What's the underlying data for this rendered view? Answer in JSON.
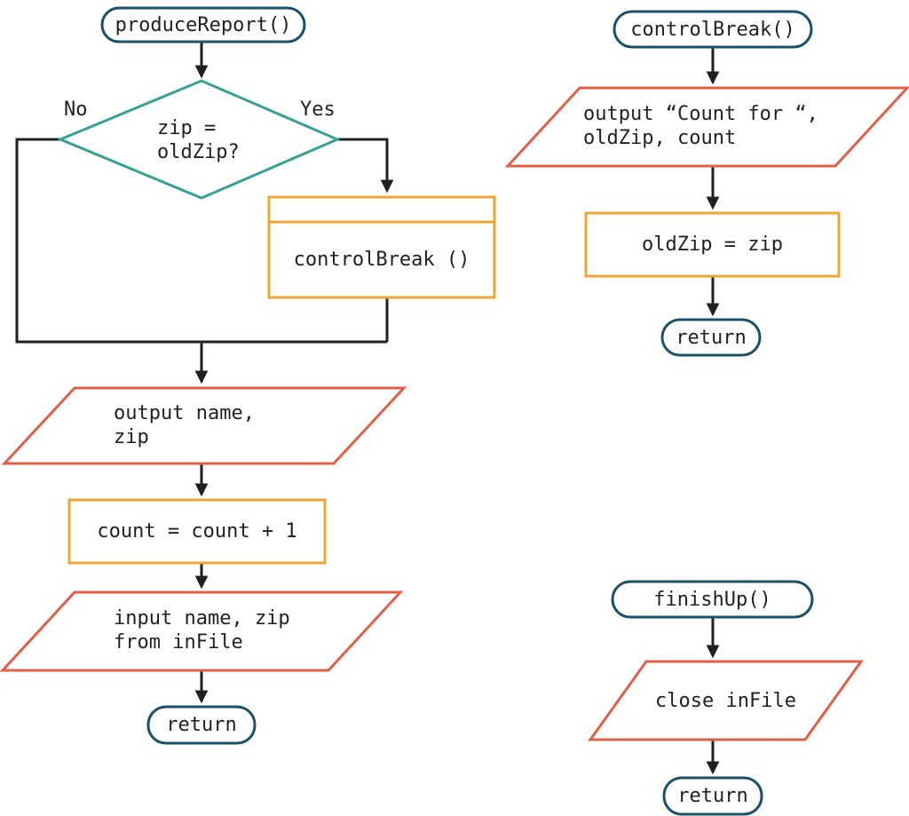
{
  "colors": {
    "terminal_border": "#1a506b",
    "decision_border": "#35a097",
    "process_border": "#f0a431",
    "io_border": "#e05f47",
    "line": "#231f20",
    "text": "#231f20",
    "background": "#ffffff"
  },
  "produce_report": {
    "start_label": "produceReport()",
    "decision_label": "zip =\noldZip?",
    "no_label": "No",
    "yes_label": "Yes",
    "call_label": "controlBreak ()",
    "output_label": "output name,\nzip",
    "process_label": "count = count + 1",
    "input_label": "input name, zip\nfrom inFile",
    "return_label": "return"
  },
  "control_break": {
    "start_label": "controlBreak()",
    "output_label": "output “Count for “,\noldZip, count",
    "process_label": "oldZip = zip",
    "return_label": "return"
  },
  "finish_up": {
    "start_label": "finishUp()",
    "io_label": "close inFile",
    "return_label": "return"
  }
}
